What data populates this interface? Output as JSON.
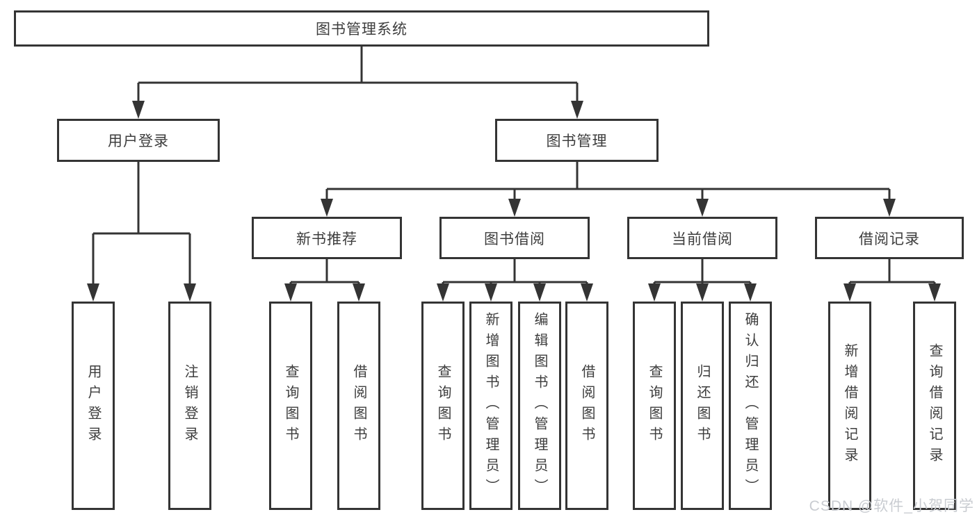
{
  "diagram_title": "图书管理系统",
  "colors": {
    "line": "#343434",
    "node_border": "#343434",
    "text": "#3d3d3d",
    "watermark": "#c9ccd1"
  },
  "nodes": {
    "root": "图书管理系统",
    "level2": [
      "用户登录",
      "图书管理"
    ],
    "level3": [
      "新书推荐",
      "图书借阅",
      "当前借阅",
      "借阅记录"
    ],
    "leaves": [
      "用户登录",
      "注销登录",
      "查询图书",
      "借阅图书",
      "查询图书",
      "新增图书（管理员）",
      "编辑图书（管理员）",
      "借阅图书",
      "查询图书",
      "归还图书",
      "确认归还（管理员）",
      "新增借阅记录",
      "查询借阅记录"
    ]
  },
  "hierarchy": {
    "图书管理系统": [
      "用户登录",
      "图书管理"
    ],
    "用户登录": [
      "用户登录",
      "注销登录"
    ],
    "图书管理": [
      "新书推荐",
      "图书借阅",
      "当前借阅",
      "借阅记录"
    ],
    "新书推荐": [
      "查询图书",
      "借阅图书"
    ],
    "图书借阅": [
      "查询图书",
      "新增图书（管理员）",
      "编辑图书（管理员）",
      "借阅图书"
    ],
    "当前借阅": [
      "查询图书",
      "归还图书",
      "确认归还（管理员）"
    ],
    "借阅记录": [
      "新增借阅记录",
      "查询借阅记录"
    ]
  },
  "watermark": "CSDN @软件_小贺同学"
}
